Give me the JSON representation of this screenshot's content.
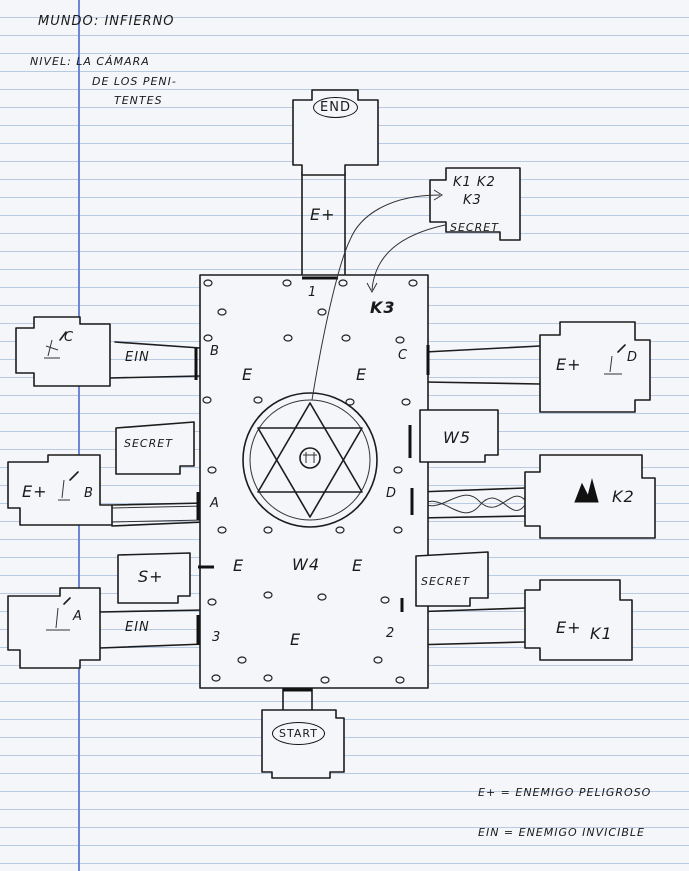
{
  "header": {
    "mundo": "MUNDO: INFIERNO",
    "nivel_line1": "NIVEL: LA CÁMARA",
    "nivel_line2": "DE LOS PENI-",
    "nivel_line3": "TENTES"
  },
  "rooms": {
    "end": "END",
    "start": "START",
    "keys_line1": "K1 K2",
    "keys_line2": "K3",
    "keys_secret": "SECRET",
    "secret_left": "SECRET",
    "secret_right": "SECRET",
    "w5": "W5",
    "w4": "W4",
    "k2_room": "K2",
    "k3_marker": "K3",
    "left_a_letter": "A",
    "left_b_letter": "B",
    "left_c_letter": "C",
    "right_d_letter": "D",
    "right_k1": "K1",
    "s_plus": "S+"
  },
  "corridors": {
    "top": "E+",
    "left_top": "EIN",
    "left_bottom": "EIN"
  },
  "chamber": {
    "num_1": "1",
    "num_2": "2",
    "num_3": "3",
    "door_a": "A",
    "door_b": "B",
    "door_c": "C",
    "door_d": "D",
    "e_top_left": "E",
    "e_top_right": "E",
    "e_mid_left": "E",
    "e_mid_right": "E",
    "e_bottom": "E",
    "right_top_room": "E+",
    "right_bottom_room": "E+",
    "left_room_b": "E+"
  },
  "legend": {
    "line1": "E+ = ENEMIGO PELIGROSO",
    "line2": "EIN = ENEMIGO INVICIBLE"
  }
}
